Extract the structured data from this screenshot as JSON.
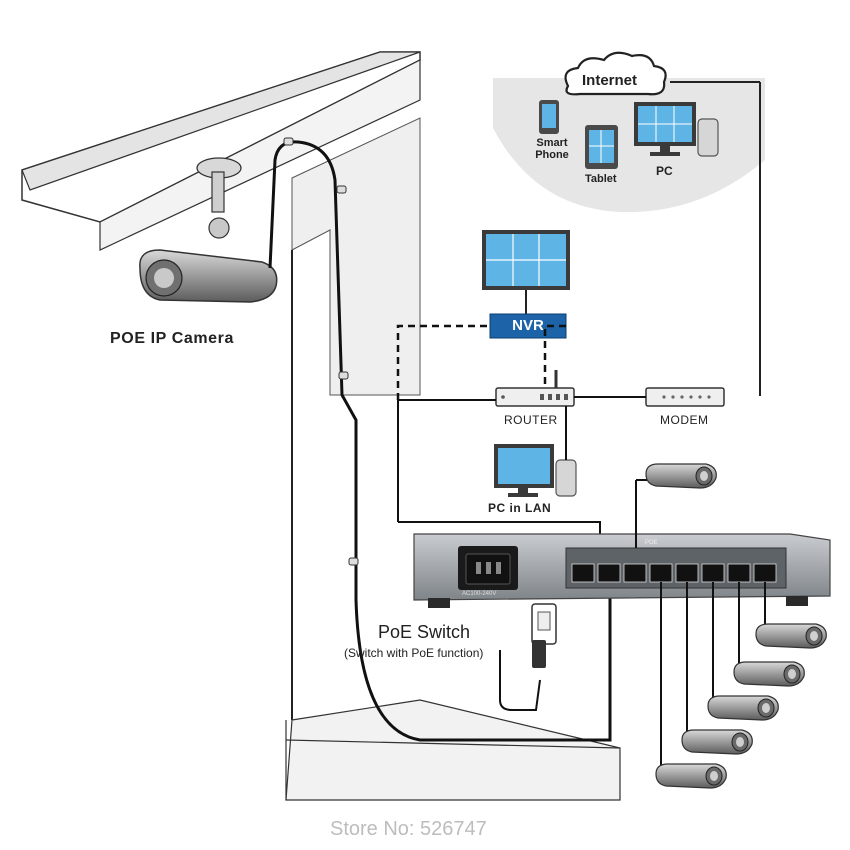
{
  "labels": {
    "internet": "Internet",
    "smart_phone": "Smart Phone",
    "tablet": "Tablet",
    "pc": "PC",
    "nvr": "NVR",
    "router": "ROUTER",
    "modem": "MODEM",
    "pc_in_lan": "PC in LAN",
    "poe_ip_camera": "POE IP Camera",
    "poe_switch": "PoE Switch",
    "poe_switch_sub": "(Switch with PoE function)",
    "poe_strip": "POE",
    "power_rating": "AC100-240V",
    "store": "Store No: 526747"
  },
  "colors": {
    "line": "#111111",
    "screen": "#5fb4e6",
    "nvr": "#1c63a8",
    "house": "#f1f1f1",
    "cloud_area": "#e8e8e8",
    "switch_body": "#9a9ea3"
  }
}
